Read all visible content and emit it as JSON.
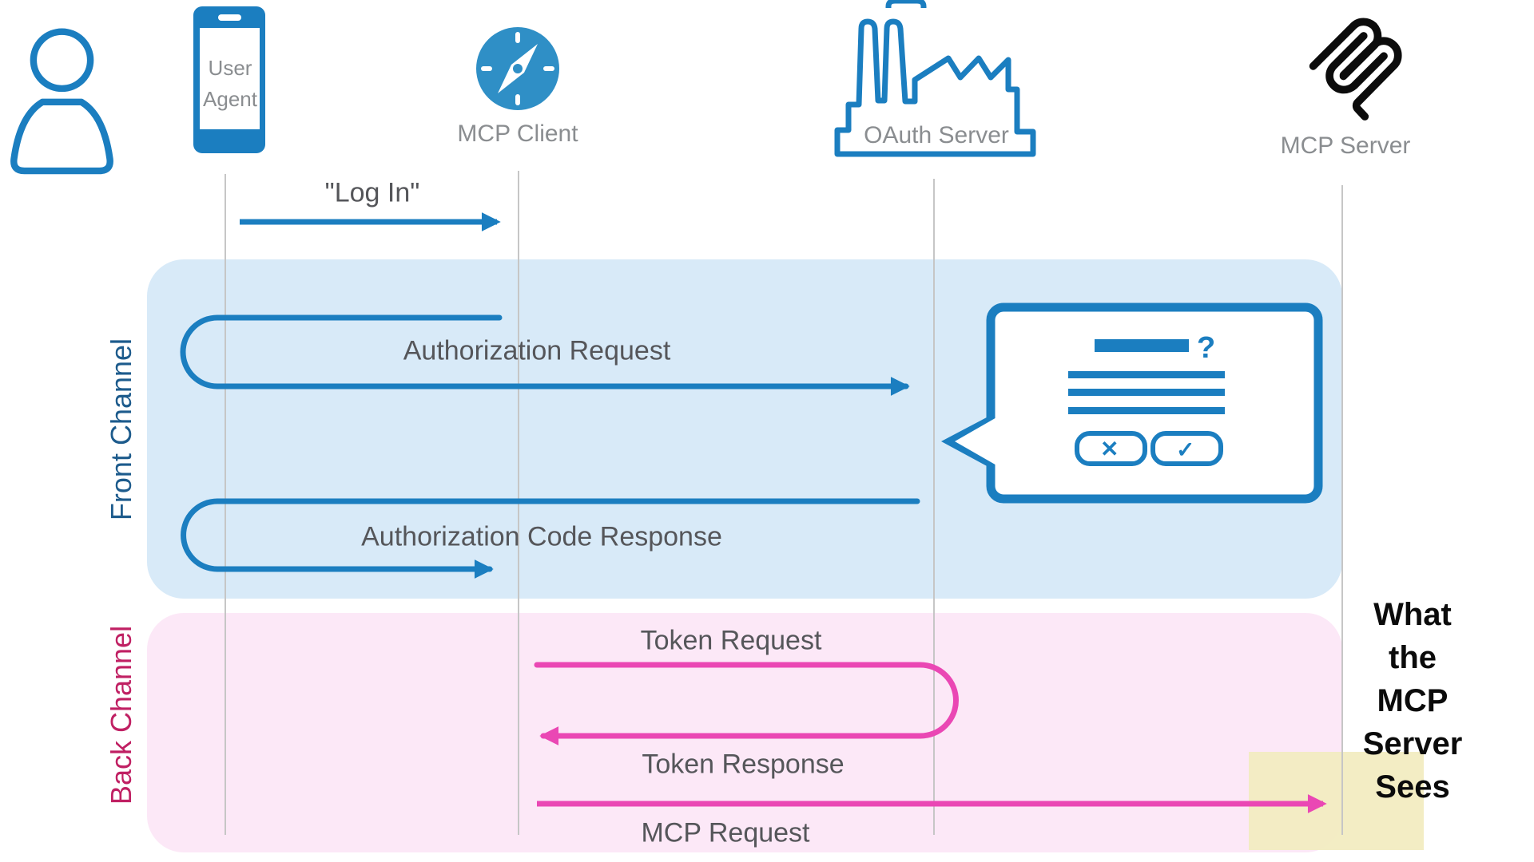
{
  "diagram_title": "OAuth flow between User, User Agent, MCP Client, OAuth Server and MCP Server",
  "actors": {
    "user": {
      "icon": "person-icon"
    },
    "user_agent": {
      "label": "User Agent",
      "icon": "smartphone-icon"
    },
    "mcp_client": {
      "label": "MCP Client",
      "icon": "compass-icon"
    },
    "oauth_server": {
      "label": "OAuth Server",
      "icon": "factory-icon"
    },
    "mcp_server": {
      "label": "MCP Server",
      "icon": "mcp-logo-icon"
    }
  },
  "channels": {
    "front": {
      "label": "Front Channel",
      "label_color": "#1d5b8c",
      "background": "#d8eaf8"
    },
    "back": {
      "label": "Back Channel",
      "label_color": "#c02063",
      "background": "#fce8f7"
    }
  },
  "messages": {
    "log_in": {
      "label": "\"Log In\"",
      "from": "User",
      "to": "MCP Client",
      "color": "#1b7ec0"
    },
    "authorization_request": {
      "label": "Authorization Request",
      "from": "MCP Client",
      "to": "OAuth Server",
      "color": "#1b7ec0"
    },
    "authorization_code_response": {
      "label": "Authorization Code Response",
      "from": "OAuth Server",
      "to": "MCP Client",
      "color": "#1b7ec0"
    },
    "token_request": {
      "label": "Token Request",
      "from": "MCP Client",
      "to": "OAuth Server",
      "color": "#ea47b4"
    },
    "token_response": {
      "label": "Token Response",
      "from": "OAuth Server",
      "to": "MCP Client",
      "color": "#ea47b4"
    },
    "mcp_request": {
      "label": "MCP Request",
      "from": "MCP Client",
      "to": "MCP Server",
      "color": "#ea47b4"
    }
  },
  "consent_dialog": {
    "question_mark": "?",
    "deny_glyph": "✕",
    "approve_glyph": "✓"
  },
  "annotation": {
    "text": "What the\nMCP Server\nSees"
  },
  "palette": {
    "blue": "#1b7ec0",
    "compass_fill": "#2f8fc6",
    "front_channel_bg": "#d8eaf8",
    "back_channel_bg": "#fce8f7",
    "pink": "#ea47b4",
    "front_label": "#1d5b8c",
    "back_label": "#c02063",
    "message_text": "#55565a",
    "actor_text": "#8a8d90",
    "lifeline": "#c6c6c6",
    "sticky_note": "#f2ecc1",
    "annotation_text": "#0b0b0b"
  }
}
